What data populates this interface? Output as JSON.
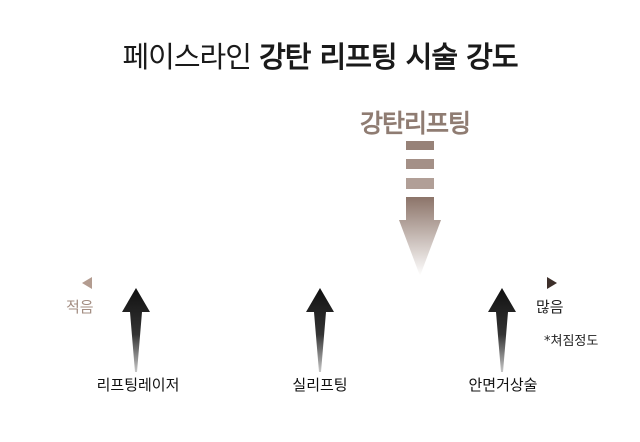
{
  "title": {
    "light": "페이스라인",
    "bold": "강탄 리프팅 시술 강도"
  },
  "highlight": {
    "label": "강탄리프팅",
    "color": "#8f7c72"
  },
  "scale": {
    "left_label": "적음",
    "right_label": "많음",
    "note": "*쳐짐정도",
    "left_color": "#a38d82",
    "right_color": "#3d2f2a"
  },
  "markers": [
    {
      "label": "리프팅레이저"
    },
    {
      "label": "실리프팅"
    },
    {
      "label": "안면거상술"
    }
  ]
}
